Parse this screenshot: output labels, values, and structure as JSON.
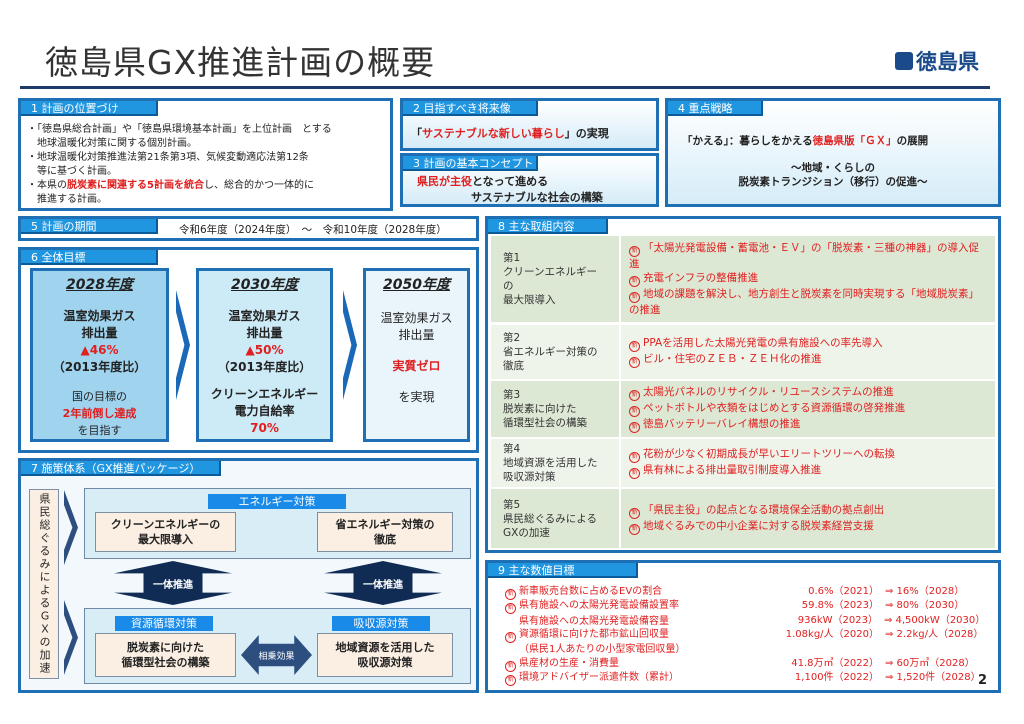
{
  "header": {
    "title": "徳島県GX推進計画の概要",
    "logo_text": "徳島県"
  },
  "s1": {
    "label": "1 計画の位置づけ",
    "lines": [
      "・「徳島県総合計画」や「徳島県環境基本計画」を上位計画　とする",
      "　地球温暖化対策に関する個別計画。",
      "・地球温暖化対策推進法第21条第3項、気候変動適応法第12条",
      "　等に基づく計画。"
    ],
    "l5a": "・本県の",
    "l5red": "脱炭素に関連する5計画を統合",
    "l5b": "し、総合的かつ一体的に",
    "l6": "　推進する計画。"
  },
  "s2": {
    "label": "2 目指すべき将来像",
    "open": "「",
    "red": "サステナブルな新しい暮らし",
    "close": "」の実現"
  },
  "s3": {
    "label": "3 計画の基本コンセプト",
    "red": "県民が主役",
    "rest": "となって進める",
    "line2": "サステナブルな社会の構築"
  },
  "s4": {
    "label": "4 重点戦略",
    "a": "「かえる」：暮らしをかえる",
    "red": "徳島県版「ＧＸ」",
    "b": "の展開",
    "l2": "～地域・くらしの",
    "l3": "脱炭素トランジション（移行）の促進～"
  },
  "s5": {
    "label": "5 計画の期間",
    "period": "令和6年度（2024年度）　～　令和10年度（2028年度）"
  },
  "s6": {
    "label": "6 全体目標",
    "g1": {
      "year": "2028年度",
      "l1": "温室効果ガス",
      "l2": "排出量",
      "pct": "▲46%",
      "l3": "（2013年度比）",
      "n1": "国の目標の",
      "n2": "2年前倒し達成",
      "n3": "を目指す"
    },
    "g2": {
      "year": "2030年度",
      "l1": "温室効果ガス",
      "l2": "排出量",
      "pct": "▲50%",
      "l3": "（2013年度比）",
      "c1": "クリーンエネルギー",
      "c2": "電力自給率",
      "c3": "70%"
    },
    "g3": {
      "year": "2050年度",
      "l1": "温室効果ガス",
      "l2": "排出量",
      "red": "実質ゼロ",
      "l3": "を実現"
    }
  },
  "s7": {
    "label": "7 施策体系（GX推進パッケージ）",
    "side": "県民総ぐるみによるＧＸの加速",
    "energy": "エネルギー対策",
    "clean": [
      "クリーンエネルギーの",
      "最大限導入"
    ],
    "save": [
      "省エネルギー対策の",
      "徹底"
    ],
    "push": "一体推進",
    "resource": "資源循環対策",
    "absorb": "吸収源対策",
    "circ": [
      "脱炭素に向けた",
      "循環型社会の構築"
    ],
    "sink": [
      "地域資源を活用した",
      "吸収源対策"
    ],
    "synergy": "相乗効果"
  },
  "s8": {
    "label": "8 主な取組内容",
    "badge": "新",
    "rows": [
      {
        "title": [
          "第1",
          "クリーンエネルギーの",
          "最大限導入"
        ],
        "items": [
          "「太陽光発電設備・蓄電池・ＥＶ」の「脱炭素・三種の神器」の導入促進",
          "充電インフラの整備推進",
          "地域の課題を解決し、地方創生と脱炭素を同時実現する「地域脱炭素」の推進"
        ]
      },
      {
        "title": [
          "第2",
          "省エネルギー対策の",
          "徹底"
        ],
        "items": [
          "PPAを活用した太陽光発電の県有施設への率先導入",
          "ビル・住宅のＺＥＢ・ＺＥＨ化の推進"
        ]
      },
      {
        "title": [
          "第3",
          "脱炭素に向けた",
          "循環型社会の構築"
        ],
        "items": [
          "太陽光パネルのリサイクル・リユースシステムの推進",
          "ペットボトルや衣類をはじめとする資源循環の啓発推進",
          "徳島バッテリーバレイ構想の推進"
        ]
      },
      {
        "title": [
          "第4",
          "地域資源を活用した",
          "吸収源対策"
        ],
        "items": [
          "花粉が少なく初期成長が早いエリートツリーへの転換",
          "県有林による排出量取引制度導入推進"
        ]
      },
      {
        "title": [
          "第5",
          "県民総ぐるみによる",
          "GXの加速"
        ],
        "items": [
          "「県民主役」の起点となる環境保全活動の拠点創出",
          "地域ぐるみでの中小企業に対する脱炭素経営支援"
        ]
      }
    ]
  },
  "s9": {
    "label": "9 主な数値目標",
    "rows": [
      {
        "badge": "新",
        "name": "新車販売台数に占めるEVの割合",
        "from": "0.6%（2021）",
        "to": "⇒ 16%（2028）"
      },
      {
        "badge": "新",
        "name": "県有施設への太陽光発電設備設置率",
        "from": "59.8%（2023）",
        "to": "⇒ 80%（2030）"
      },
      {
        "badge": "",
        "name": "県有施設への太陽光発電設備容量",
        "from": "936kW（2023）",
        "to": "⇒ 4,500kW（2030）"
      },
      {
        "badge": "新",
        "name": "資源循環に向けた都市鉱山回収量",
        "from": "1.08kg/人（2020）",
        "to": "⇒ 2.2kg/人（2028）"
      },
      {
        "badge": "",
        "name": "（県民1人あたりの小型家電回収量）",
        "from": "",
        "to": ""
      },
      {
        "badge": "新",
        "name": "県産材の生産・消費量",
        "from": "41.8万㎥（2022）",
        "to": "⇒ 60万㎥（2028）"
      },
      {
        "badge": "新",
        "name": "環境アドバイザー派遣件数（累計）",
        "from": "1,100件（2022）",
        "to": "⇒ 1,520件（2028）"
      }
    ]
  },
  "page_number": "2"
}
